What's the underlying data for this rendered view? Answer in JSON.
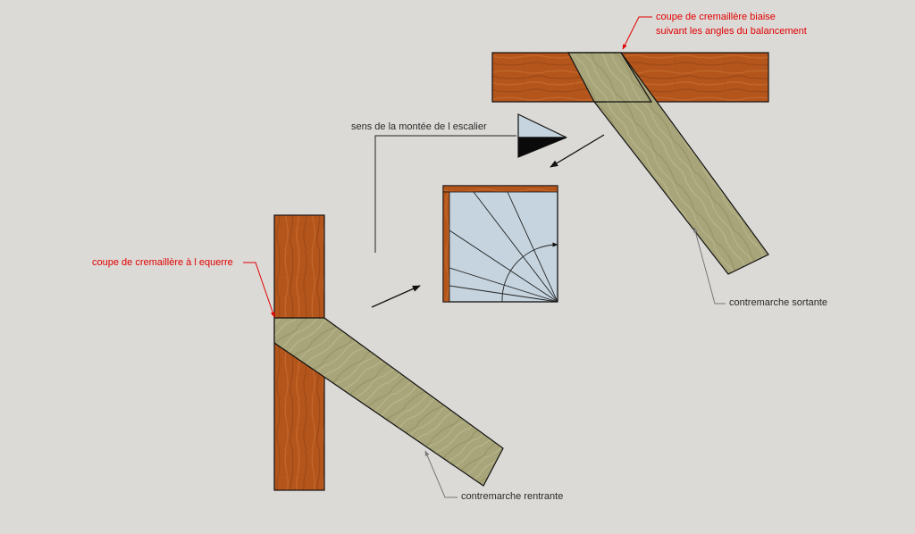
{
  "labels": {
    "bevel_cut_line1": "coupe de cremaillère  biaise",
    "bevel_cut_line2": "suivant les angles du balancement",
    "square_cut": "coupe de cremaillère à l equerre",
    "stair_direction": "sens de la montée de l escalier",
    "outgoing_riser": "contremarche sortante",
    "incoming_riser": "contremarche rentrante"
  },
  "colors": {
    "background": "#dcdad7",
    "stringer_wood": "#b4561c",
    "riser_wood": "#a8a57a",
    "stair_plan_fill": "#c5d4df",
    "label_red": "#e00000",
    "leader_gray": "#7a7a7a",
    "outline": "#111111"
  }
}
